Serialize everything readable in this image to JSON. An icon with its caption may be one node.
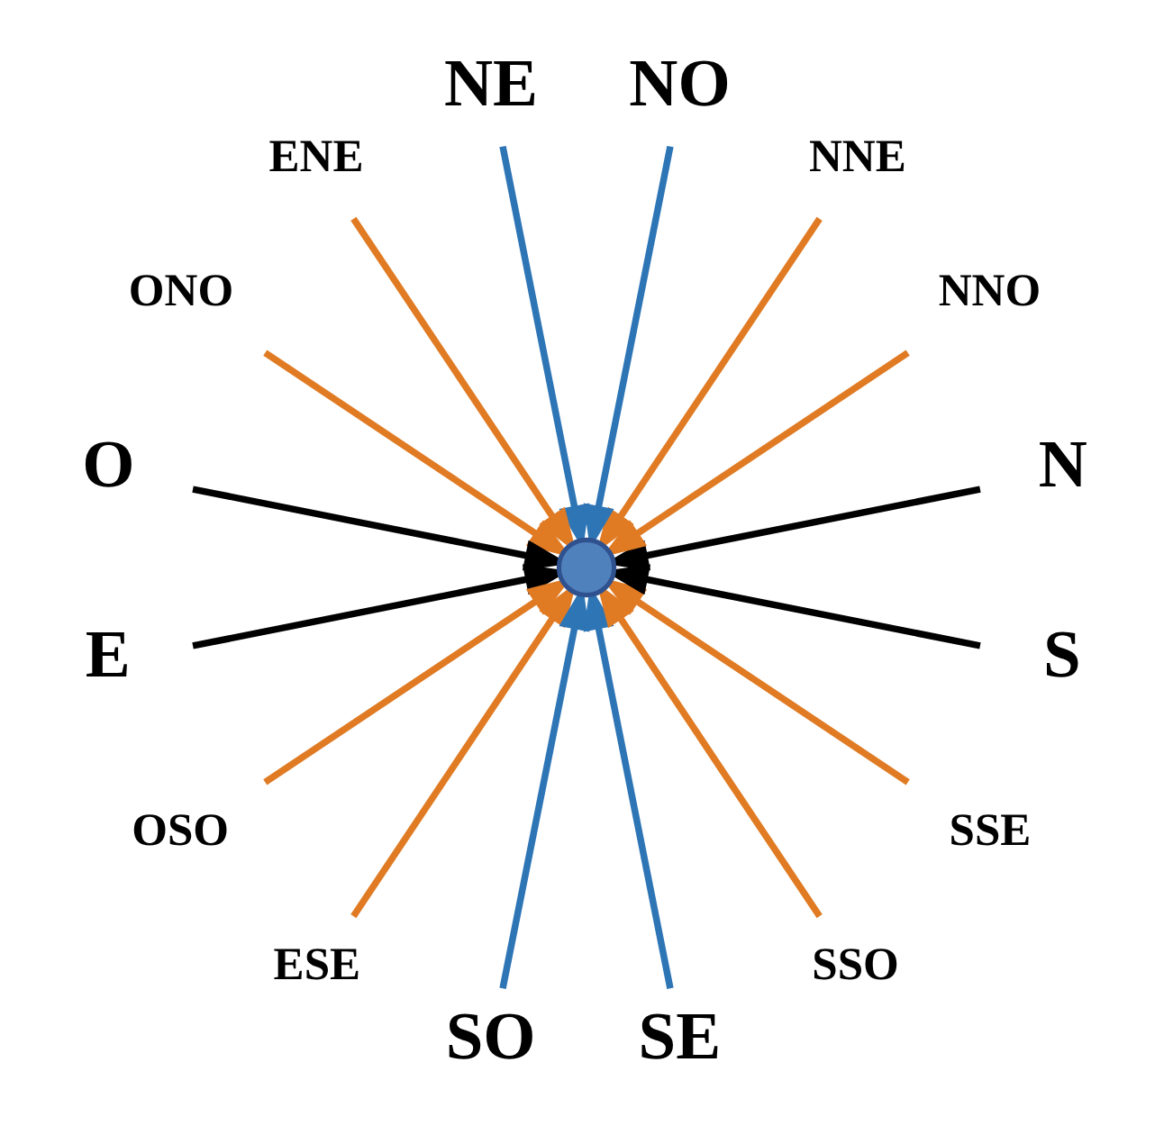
{
  "diagram": {
    "nodes": [
      {
        "text": [
          "N"
        ]
      },
      {
        "text": [
          "NNO"
        ]
      },
      {
        "text": [
          "NNE"
        ]
      },
      {
        "text": [
          "NO"
        ]
      },
      {
        "text": [
          "NE"
        ]
      },
      {
        "text": [
          "ENE"
        ]
      },
      {
        "text": [
          "ONO"
        ]
      },
      {
        "text": [
          "O"
        ]
      },
      {
        "text": [],
        "shape": "circle"
      },
      {
        "text": [
          "E"
        ]
      },
      {
        "text": [
          "OSO"
        ]
      },
      {
        "text": [
          "ESE"
        ]
      },
      {
        "text": [
          "SO"
        ]
      },
      {
        "text": [
          "SE"
        ]
      },
      {
        "text": [
          "SSO"
        ]
      },
      {
        "text": [
          "SSE"
        ]
      },
      {
        "text": [
          "S"
        ]
      }
    ],
    "edges": [
      {
        "from": 0,
        "to": 8,
        "arrow": "to",
        "color": "#000000"
      },
      {
        "from": 2,
        "to": 8,
        "arrow": "to"
      },
      {
        "from": 4,
        "to": 8,
        "arrow": "to",
        "color": "#2e75b6"
      },
      {
        "from": 5,
        "to": 8,
        "arrow": "to"
      },
      {
        "from": 9,
        "to": 8,
        "arrow": "to",
        "color": "#000000"
      },
      {
        "from": 11,
        "to": 8,
        "arrow": "to"
      },
      {
        "from": 13,
        "to": 8,
        "arrow": "to",
        "color": "#2e75b6"
      },
      {
        "from": 15,
        "to": 8,
        "arrow": "to"
      },
      {
        "from": 16,
        "to": 8,
        "arrow": "to",
        "color": "#000000"
      },
      {
        "from": 14,
        "to": 8,
        "arrow": "to"
      },
      {
        "from": 12,
        "to": 8,
        "arrow": "to",
        "color": "#2e75b6"
      },
      {
        "from": 10,
        "to": 8,
        "arrow": "to"
      },
      {
        "from": 7,
        "to": 8,
        "arrow": "to",
        "color": "#000000"
      },
      {
        "from": 6,
        "to": 8,
        "arrow": "to"
      },
      {
        "from": 3,
        "to": 8,
        "arrow": "to",
        "color": "#2e75b6"
      },
      {
        "from": 1,
        "to": 8,
        "arrow": "to"
      }
    ]
  }
}
